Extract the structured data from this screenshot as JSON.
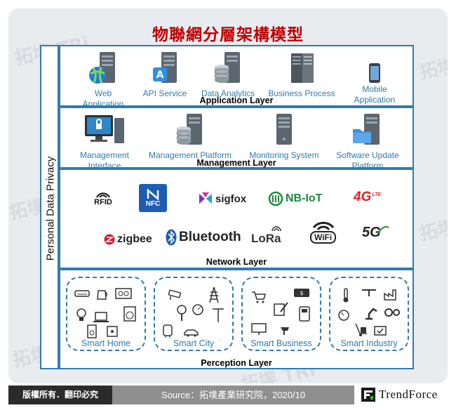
{
  "title": "物聯網分層架構模型",
  "side_label": "Personal Data Privacy",
  "watermark": "拓墣 TRi",
  "application_layer": {
    "title": "Application Layer",
    "items": [
      {
        "label": "Web\nApplication",
        "icon": "globe-server-icon"
      },
      {
        "label": "API Service",
        "icon": "api-server-icon"
      },
      {
        "label": "Data Analytics",
        "icon": "database-server-icon"
      },
      {
        "label": "Business Process",
        "icon": "rack-server-icon"
      },
      {
        "label": "Mobile\nApplication",
        "icon": "smartphone-icon"
      }
    ]
  },
  "management_layer": {
    "title": "Management Layer",
    "items": [
      {
        "label": "Management\nInterface",
        "icon": "locked-computer-icon"
      },
      {
        "label": "Management Platform",
        "icon": "database-server-icon"
      },
      {
        "label": "Monitoring System",
        "icon": "tower-server-icon"
      },
      {
        "label": "Software Update\nPlatform",
        "icon": "folder-server-icon"
      }
    ]
  },
  "network_layer": {
    "title": "Network Layer",
    "logos": {
      "rfid": "RFID",
      "nfc": "NFC",
      "sigfox": "sigfox",
      "nbiot": "NB-IoT",
      "fourg": "4G",
      "fourg_sub": "LTE",
      "zigbee": "zigbee",
      "bluetooth": "Bluetooth",
      "lora": "LoRa",
      "wifi": "WiFi",
      "fiveg": "5G"
    }
  },
  "perception_layer": {
    "title": "Perception Layer",
    "clusters": [
      {
        "label": "Smart Home"
      },
      {
        "label": "Smart City"
      },
      {
        "label": "Smart Business"
      },
      {
        "label": "Smart Industry"
      }
    ]
  },
  "footer": {
    "copyright": "版權所有．翻印必究",
    "source": "Source：拓墣產業研究院，2020/10",
    "brand": "TrendForce"
  },
  "colors": {
    "accent": "#2e7cb0",
    "title": "#c00000",
    "background": "#e9ecef"
  }
}
